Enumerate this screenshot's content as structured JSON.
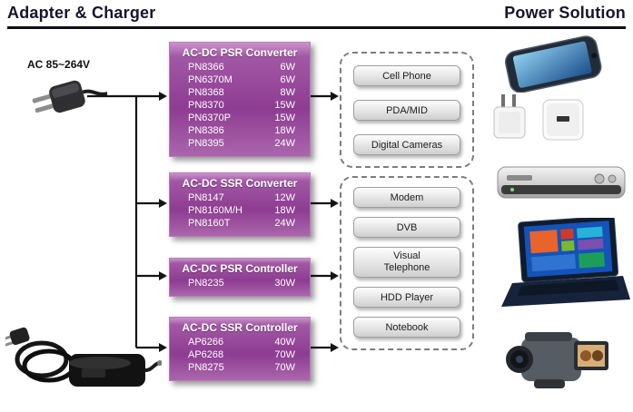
{
  "header": {
    "title_left": "Adapter & Charger",
    "title_right": "Power Solution"
  },
  "input_label": "AC 85~264V",
  "boxes": [
    {
      "title": "AC-DC PSR Converter",
      "rows": [
        {
          "part": "PN8366",
          "power": "6W"
        },
        {
          "part": "PN6370M",
          "power": "6W"
        },
        {
          "part": "PN8368",
          "power": "8W"
        },
        {
          "part": "PN8370",
          "power": "15W"
        },
        {
          "part": "PN6370P",
          "power": "15W"
        },
        {
          "part": "PN8386",
          "power": "18W"
        },
        {
          "part": "PN8395",
          "power": "24W"
        }
      ]
    },
    {
      "title": "AC-DC SSR Converter",
      "rows": [
        {
          "part": "PN8147",
          "power": "12W"
        },
        {
          "part": "PN8160M/H",
          "power": "18W"
        },
        {
          "part": "PN8160T",
          "power": "24W"
        }
      ]
    },
    {
      "title": "AC-DC PSR Controller",
      "rows": [
        {
          "part": "PN8235",
          "power": "30W"
        }
      ]
    },
    {
      "title": "AC-DC SSR Controller",
      "rows": [
        {
          "part": "AP6266",
          "power": "40W"
        },
        {
          "part": "AP6268",
          "power": "70W"
        },
        {
          "part": "PN8275",
          "power": "70W"
        }
      ]
    }
  ],
  "groups": [
    {
      "items": [
        "Cell Phone",
        "PDA/MID",
        "Digital Cameras"
      ]
    },
    {
      "items": [
        "Modem",
        "DVB",
        "Visual Telephone",
        "HDD Player",
        "Notebook"
      ]
    }
  ],
  "photos": [
    "smartphone",
    "usb-wall-chargers",
    "set-top-box",
    "windows-laptop",
    "camcorder",
    "laptop-power-adapter"
  ],
  "colors": {
    "box_purple": "#9a4d9e",
    "title_dark": "#15152e",
    "button_gray": "#d9d9d9"
  }
}
